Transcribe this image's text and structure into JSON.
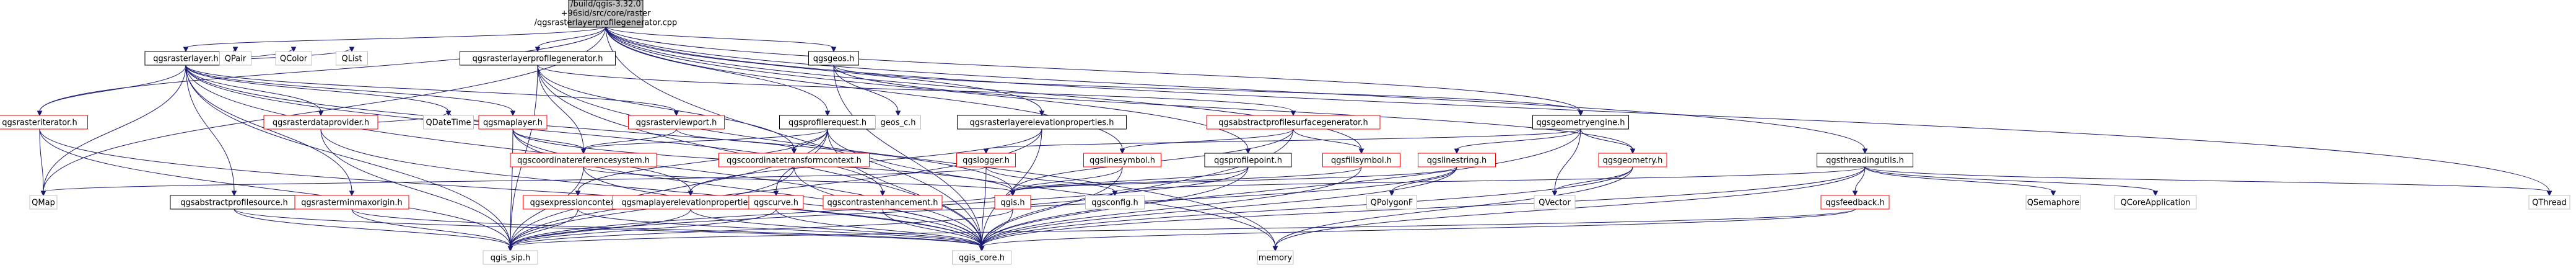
{
  "colors": {
    "edge": "#191970",
    "root_fill": "#bfbfbf",
    "documented_border": "#000000",
    "red_border": "#ff0000",
    "external_border": "#bfbfbf"
  },
  "root": {
    "lines": [
      "/build/qgis-3.32.0",
      "+96sid/src/core/raster",
      "/qgsrasterlayerprofilegenerator.cpp"
    ]
  },
  "nodes": [
    {
      "id": "qgsrasterlayer",
      "label": "qgsrasterlayer.h",
      "kind": "documented"
    },
    {
      "id": "qgsrasterlayerprofilegenerator",
      "label": "qgsrasterlayerprofilegenerator.h",
      "kind": "documented"
    },
    {
      "id": "qgsgeos",
      "label": "qgsgeos.h",
      "kind": "documented"
    },
    {
      "id": "qgsrasteriterator",
      "label": "qgsrasteriterator.h",
      "kind": "red"
    },
    {
      "id": "qgsrasterdataprovider",
      "label": "qgsrasterdataprovider.h",
      "kind": "red"
    },
    {
      "id": "qgsmaplayer",
      "label": "qgsmaplayer.h",
      "kind": "red"
    },
    {
      "id": "qgsrasterviewport",
      "label": "qgsrasterviewport.h",
      "kind": "red"
    },
    {
      "id": "qgsprofilerequest",
      "label": "qgsprofilerequest.h",
      "kind": "documented"
    },
    {
      "id": "qgsrasterlayerelevationproperties",
      "label": "qgsrasterlayerelevationproperties.h",
      "kind": "documented"
    },
    {
      "id": "qgsabstractprofilesurfacegenerator",
      "label": "qgsabstractprofilesurfacegenerator.h",
      "kind": "red"
    },
    {
      "id": "qgsgeometryengine",
      "label": "qgsgeometryengine.h",
      "kind": "documented"
    },
    {
      "id": "qgscoordinatereferencesystem",
      "label": "qgscoordinatereferencesystem.h",
      "kind": "red"
    },
    {
      "id": "qgscoordinatetransformcontext",
      "label": "qgscoordinatetransformcontext.h",
      "kind": "red"
    },
    {
      "id": "qgslogger",
      "label": "qgslogger.h",
      "kind": "red"
    },
    {
      "id": "qgslinesymbol",
      "label": "qgslinesymbol.h",
      "kind": "red"
    },
    {
      "id": "qgsprofilepoint",
      "label": "qgsprofilepoint.h",
      "kind": "documented"
    },
    {
      "id": "qgsfillsymbol",
      "label": "qgsfillsymbol.h",
      "kind": "red"
    },
    {
      "id": "qgslinestring",
      "label": "qgslinestring.h",
      "kind": "red"
    },
    {
      "id": "qgsgeometry",
      "label": "qgsgeometry.h",
      "kind": "red"
    },
    {
      "id": "qgsthreadingutils",
      "label": "qgsthreadingutils.h",
      "kind": "documented"
    },
    {
      "id": "qgsabstractprofilesource",
      "label": "qgsabstractprofilesource.h",
      "kind": "documented"
    },
    {
      "id": "qgsrasterminmaxorigin",
      "label": "qgsrasterminmaxorigin.h",
      "kind": "red"
    },
    {
      "id": "qgsexpressioncontext",
      "label": "qgsexpressioncontext.h",
      "kind": "red"
    },
    {
      "id": "qgsmaplayerelevationproperties",
      "label": "qgsmaplayerelevationproperties.h",
      "kind": "red"
    },
    {
      "id": "qgscurve",
      "label": "qgscurve.h",
      "kind": "red"
    },
    {
      "id": "qgscontrastenhancement",
      "label": "qgscontrastenhancement.h",
      "kind": "red"
    },
    {
      "id": "qgis",
      "label": "qgis.h",
      "kind": "red"
    },
    {
      "id": "qgsconfig",
      "label": "qgsconfig.h",
      "kind": "external"
    },
    {
      "id": "qgsfeedback",
      "label": "qgsfeedback.h",
      "kind": "red"
    },
    {
      "id": "qgis_sip",
      "label": "qgis_sip.h",
      "kind": "external"
    },
    {
      "id": "qgis_core",
      "label": "qgis_core.h",
      "kind": "external"
    },
    {
      "id": "memory",
      "label": "memory",
      "kind": "external"
    },
    {
      "id": "QMap",
      "label": "QMap",
      "kind": "external"
    },
    {
      "id": "QPair",
      "label": "QPair",
      "kind": "external"
    },
    {
      "id": "QColor",
      "label": "QColor",
      "kind": "external"
    },
    {
      "id": "QList",
      "label": "QList",
      "kind": "external"
    },
    {
      "id": "QDateTime",
      "label": "QDateTime",
      "kind": "external"
    },
    {
      "id": "QVector",
      "label": "QVector",
      "kind": "external"
    },
    {
      "id": "QPolygonF",
      "label": "QPolygonF",
      "kind": "external"
    },
    {
      "id": "QSemaphore",
      "label": "QSemaphore",
      "kind": "external"
    },
    {
      "id": "QCoreApplication",
      "label": "QCoreApplication",
      "kind": "external"
    },
    {
      "id": "QThread",
      "label": "QThread",
      "kind": "external"
    },
    {
      "id": "geos_c",
      "label": "geos_c.h",
      "kind": "external"
    }
  ],
  "edges": [
    [
      "root",
      "qgsrasterlayer"
    ],
    [
      "root",
      "qgsrasterlayerprofilegenerator"
    ],
    [
      "root",
      "qgsgeos"
    ],
    [
      "root",
      "qgsrasteriterator"
    ],
    [
      "root",
      "qgsprofilerequest"
    ],
    [
      "root",
      "qgsrasterlayerelevationproperties"
    ],
    [
      "root",
      "qgsprofilepoint"
    ],
    [
      "root",
      "qgsfillsymbol"
    ],
    [
      "root",
      "qgslinesymbol"
    ],
    [
      "root",
      "qgsthreadingutils"
    ],
    [
      "root",
      "QMap"
    ],
    [
      "root",
      "QThread"
    ],
    [
      "root",
      "qgsgeometryengine"
    ],
    [
      "root",
      "qgis_core"
    ],
    [
      "qgsrasterlayer",
      "qgsrasterdataprovider"
    ],
    [
      "qgsrasterlayer",
      "qgsmaplayer"
    ],
    [
      "qgsrasterlayer",
      "qgsrasterviewport"
    ],
    [
      "qgsrasterlayer",
      "QPair"
    ],
    [
      "qgsrasterlayer",
      "QColor"
    ],
    [
      "qgsrasterlayer",
      "QList"
    ],
    [
      "qgsrasterlayer",
      "QDateTime"
    ],
    [
      "qgsrasterlayer",
      "QMap"
    ],
    [
      "qgsrasterlayer",
      "qgis_core"
    ],
    [
      "qgsrasterlayer",
      "qgis_sip"
    ],
    [
      "qgsrasterlayer",
      "qgsrasterminmaxorigin"
    ],
    [
      "qgsrasterlayer",
      "qgscontrastenhancement"
    ],
    [
      "qgsrasterlayer",
      "qgis"
    ],
    [
      "qgsrasterlayer",
      "qgsabstractprofilesource"
    ],
    [
      "qgsrasterlayer",
      "qgsrasteriterator"
    ],
    [
      "qgsrasterlayerprofilegenerator",
      "qgsabstractprofilesurfacegenerator"
    ],
    [
      "qgsrasterlayerprofilegenerator",
      "qgscoordinatereferencesystem"
    ],
    [
      "qgsrasterlayerprofilegenerator",
      "qgscoordinatetransformcontext"
    ],
    [
      "qgsrasterlayerprofilegenerator",
      "qgis_core"
    ],
    [
      "qgsrasterlayerprofilegenerator",
      "qgis_sip"
    ],
    [
      "qgsrasterlayerprofilegenerator",
      "memory"
    ],
    [
      "qgsgeos",
      "qgsgeometryengine"
    ],
    [
      "qgsgeos",
      "qgsgeometry"
    ],
    [
      "qgsgeos",
      "geos_c"
    ],
    [
      "qgsgeos",
      "qgis_core"
    ],
    [
      "qgsrasteriterator",
      "QMap"
    ],
    [
      "qgsrasteriterator",
      "qgis_core"
    ],
    [
      "qgsrasteriterator",
      "qgis_sip"
    ],
    [
      "qgsrasterdataprovider",
      "QDateTime"
    ],
    [
      "qgsrasterdataprovider",
      "qgis_core"
    ],
    [
      "qgsrasterdataprovider",
      "qgis_sip"
    ],
    [
      "qgsmaplayer",
      "QDateTime"
    ],
    [
      "qgsmaplayer",
      "qgscoordinatereferencesystem"
    ],
    [
      "qgsmaplayer",
      "qgis_core"
    ],
    [
      "qgsmaplayer",
      "qgis_sip"
    ],
    [
      "qgsmaplayer",
      "qgsmaplayerelevationproperties"
    ],
    [
      "qgsmaplayer",
      "qgis"
    ],
    [
      "qgsrasterviewport",
      "qgscoordinatereferencesystem"
    ],
    [
      "qgsrasterviewport",
      "qgscoordinatetransformcontext"
    ],
    [
      "qgsprofilerequest",
      "qgscoordinatereferencesystem"
    ],
    [
      "qgsprofilerequest",
      "qgscoordinatetransformcontext"
    ],
    [
      "qgsprofilerequest",
      "qgis_core"
    ],
    [
      "qgsprofilerequest",
      "qgis_sip"
    ],
    [
      "qgsprofilerequest",
      "qgsexpressioncontext"
    ],
    [
      "qgsprofilerequest",
      "memory"
    ],
    [
      "qgsprofilerequest",
      "qgscurve"
    ],
    [
      "qgsrasterlayerelevationproperties",
      "qgsmaplayerelevationproperties"
    ],
    [
      "qgsrasterlayerelevationproperties",
      "qgis_core"
    ],
    [
      "qgsrasterlayerelevationproperties",
      "qgis_sip"
    ],
    [
      "qgsabstractprofilesurfacegenerator",
      "qgslinesymbol"
    ],
    [
      "qgsabstractprofilesurfacegenerator",
      "qgsfillsymbol"
    ],
    [
      "qgsabstractprofilesurfacegenerator",
      "qgis_core"
    ],
    [
      "qgsabstractprofilesurfacegenerator",
      "qgis"
    ],
    [
      "qgsgeometryengine",
      "qgslinestring"
    ],
    [
      "qgsgeometryengine",
      "qgsgeometry"
    ],
    [
      "qgsgeometryengine",
      "QVector"
    ],
    [
      "qgsgeometryengine",
      "qgslogger"
    ],
    [
      "qgsgeometryengine",
      "qgis_core"
    ],
    [
      "qgscoordinatereferencesystem",
      "qgis_core"
    ],
    [
      "qgscoordinatereferencesystem",
      "qgis_sip"
    ],
    [
      "qgscoordinatereferencesystem",
      "qgis"
    ],
    [
      "qgscoordinatetransformcontext",
      "qgis_core"
    ],
    [
      "qgscoordinatetransformcontext",
      "qgis_sip"
    ],
    [
      "qgslogger",
      "qgis_core"
    ],
    [
      "qgslogger",
      "qgsconfig"
    ],
    [
      "qgslogger",
      "QMap"
    ],
    [
      "qgslinesymbol",
      "qgis_core"
    ],
    [
      "qgslinesymbol",
      "qgis"
    ],
    [
      "qgsprofilepoint",
      "qgis_core"
    ],
    [
      "qgsprofilepoint",
      "qgis_sip"
    ],
    [
      "qgsprofilepoint",
      "qgis"
    ],
    [
      "qgsfillsymbol",
      "qgis_core"
    ],
    [
      "qgsfillsymbol",
      "qgis"
    ],
    [
      "qgslinestring",
      "QPolygonF"
    ],
    [
      "qgslinestring",
      "qgis_core"
    ],
    [
      "qgslinestring",
      "qgis_sip"
    ],
    [
      "qgslinestring",
      "qgis"
    ],
    [
      "qgsgeometry",
      "QVector"
    ],
    [
      "qgsgeometry",
      "qgis_core"
    ],
    [
      "qgsgeometry",
      "memory"
    ],
    [
      "qgsthreadingutils",
      "qgsfeedback"
    ],
    [
      "qgsthreadingutils",
      "QSemaphore"
    ],
    [
      "qgsthreadingutils",
      "QCoreApplication"
    ],
    [
      "qgsthreadingutils",
      "QThread"
    ],
    [
      "qgsthreadingutils",
      "qgis_core"
    ],
    [
      "qgsthreadingutils",
      "qgsconfig"
    ],
    [
      "qgsthreadingutils",
      "memory"
    ],
    [
      "qgsabstractprofilesource",
      "qgis_core"
    ],
    [
      "qgsabstractprofilesource",
      "qgis_sip"
    ],
    [
      "qgsrasterminmaxorigin",
      "qgis_core"
    ],
    [
      "qgsrasterminmaxorigin",
      "qgis_sip"
    ],
    [
      "qgsexpressioncontext",
      "qgis_core"
    ],
    [
      "qgsexpressioncontext",
      "qgis_sip"
    ],
    [
      "qgsmaplayerelevationproperties",
      "qgis_core"
    ],
    [
      "qgsmaplayerelevationproperties",
      "qgis_sip"
    ],
    [
      "qgscurve",
      "qgis_core"
    ],
    [
      "qgscurve",
      "qgis_sip"
    ],
    [
      "qgscontrastenhancement",
      "qgis_core"
    ],
    [
      "qgscontrastenhancement",
      "qgis"
    ],
    [
      "qgis",
      "qgis_core"
    ],
    [
      "qgis",
      "qgis_sip"
    ],
    [
      "qgis",
      "qgsconfig"
    ],
    [
      "qgsfeedback",
      "qgis_core"
    ],
    [
      "qgsfeedback",
      "qgis_sip"
    ]
  ]
}
